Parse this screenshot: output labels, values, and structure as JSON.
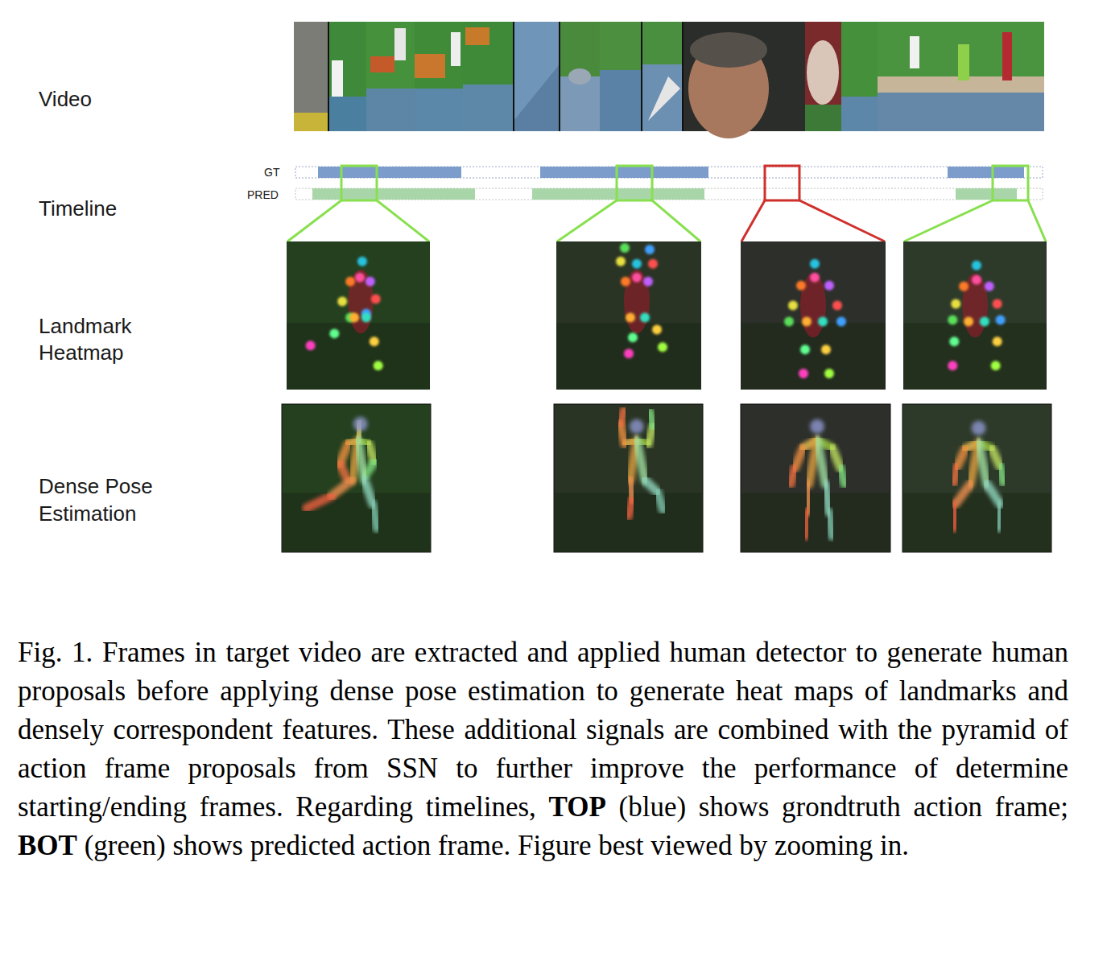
{
  "diagram": {
    "caption": "Fig. 1. Frames in target video are extracted and applied human detector to generate human proposals before applying dense pose estimation to generate heat maps of landmarks and densely correspondent features. These additional signals are combined with the pyramid of action frame proposals from SSN to further improve the performance of determine starting/ending frames. Regarding timelines, TOP (blue) shows grondtruth action frame; BOT (green) shows predicted action frame. Figure best viewed by zooming in.",
    "labels": [
      "Video",
      "Timeline",
      "GT",
      "PRED",
      "Landmark Heatmap",
      "Dense Pose Estimation"
    ]
  }
}
